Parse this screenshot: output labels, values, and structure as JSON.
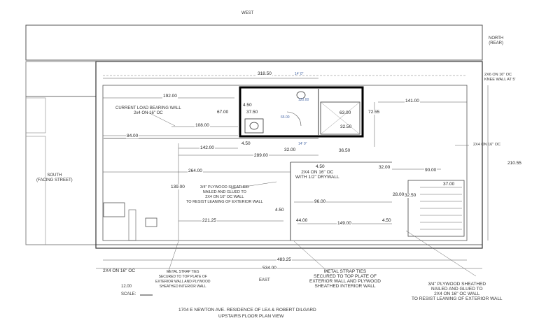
{
  "compass": {
    "west": "WEST",
    "east": "EAST",
    "north": "NORTH\n(REAR)",
    "south": "SOUTH\n(FACING STREET)"
  },
  "title": {
    "line1": "1704 E NEWTON AVE. RESIDENCE OF LEA & ROBERT DILGARD",
    "line2": "UPSTAIRS FLOOR PLAN VIEW"
  },
  "scale": {
    "value": "12.00",
    "label": "SCALE:"
  },
  "dimensions": {
    "d318": "318.50",
    "d14a": "14' 0\"",
    "d192": "192.00",
    "d67": "67.00",
    "d437": "4.50",
    "d3750": "37.50",
    "d108": "108.00",
    "d84": "84.00",
    "d142": "142.00",
    "d450a": "4.50",
    "d32a": "32.00",
    "d289": "289.00",
    "d14b": "14' 0\"",
    "d3650": "36.50",
    "d141": "141.00",
    "d7255": "72.55",
    "d6300": "63.00",
    "d3250": "32.50",
    "d12000": "120.00",
    "d6500": "65.00",
    "d264": "264.00",
    "d139": "139.00",
    "d450b": "4.50",
    "d32b": "32.00",
    "d90": "90.00",
    "d210": "210.55",
    "d37": "37.00",
    "d2800": "28.00",
    "d3250b": "32.50",
    "d96": "96.00",
    "d450c": "4.50",
    "d22125": "221.25",
    "d44": "44.00",
    "d149": "149.00",
    "d450d": "4.50",
    "d48325": "483.25",
    "d534": "534.00"
  },
  "notes": {
    "load_wall": "CURRENT LOAD BEARING WALL\n2x4 ON 16\" OC",
    "rear_2x6": "2X6 ON 16\" OC\nKNEE WALL AT 5'",
    "right_2x4": "2X4 ON 16\" OC",
    "center_2x4": "2X4 ON 16\" OC\nWITH 1/2\" DRYWALL",
    "plywood_left": "3/4\" PLYWOOD SHEATHED\nNAILED AND GLUED TO\n2X4 ON 16\" OC WALL\nTO RESIST LEANING OF EXTERIOR WALL",
    "bottom_2x4": "2X4 ON 16\" OC",
    "strap_left": "METAL STRAP TIES\nSECURED TO TOP PLATE OF\nEXTERIOR WALL AND PLYWOOD\nSHEATHED INTERIOR WALL",
    "strap_center": "METAL STRAP TIES\nSECURED TO TOP PLATE OF\nEXTERIOR WALL AND PLYWOOD\nSHEATHED INTERIOR WALL",
    "plywood_right": "3/4\" PLYWOOD SHEATHED\nNAILED AND GLUED TO\n2X4 ON 16\" OC WALL\nTO RESIST LEANING OF EXTERIOR WALL"
  },
  "colors": {
    "line": "#222222",
    "grey": "#888888",
    "blue": "#4a6aa8",
    "bath": "#000000"
  }
}
